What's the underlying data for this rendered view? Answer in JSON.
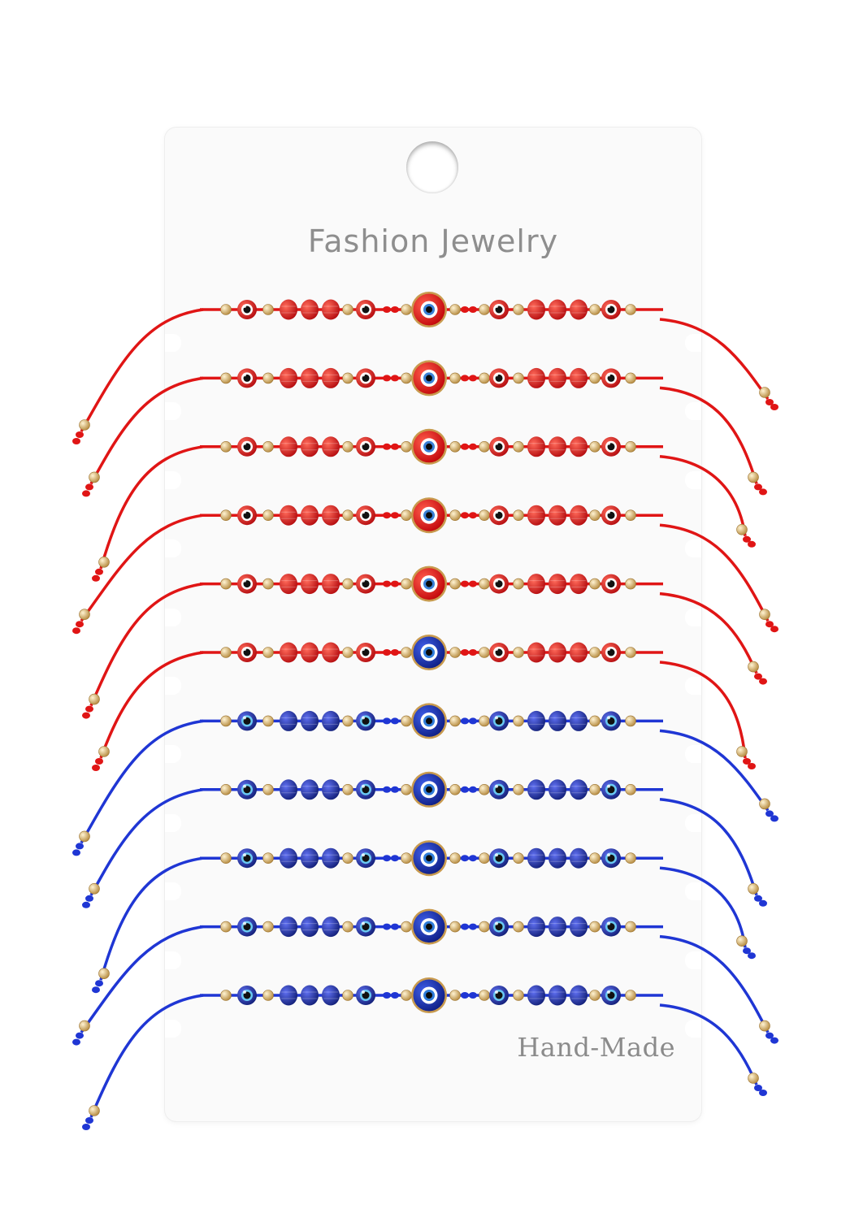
{
  "card": {
    "title": "Fashion  Jewelry",
    "footer": "Hand-Made"
  },
  "colors": {
    "red_cord": "#e01515",
    "red_bead": "#d61a1a",
    "blue_cord": "#1f36d4",
    "blue_bead": "#1e2f9c",
    "gold": "#d8b06a"
  },
  "bracelets": [
    {
      "cord": "red",
      "center": "red"
    },
    {
      "cord": "red",
      "center": "red"
    },
    {
      "cord": "red",
      "center": "red"
    },
    {
      "cord": "red",
      "center": "red"
    },
    {
      "cord": "red",
      "center": "red"
    },
    {
      "cord": "red",
      "center": "blue"
    },
    {
      "cord": "blue",
      "center": "blue"
    },
    {
      "cord": "blue",
      "center": "blue"
    },
    {
      "cord": "blue",
      "center": "blue"
    },
    {
      "cord": "blue",
      "center": "blue"
    },
    {
      "cord": "blue",
      "center": "blue"
    }
  ]
}
